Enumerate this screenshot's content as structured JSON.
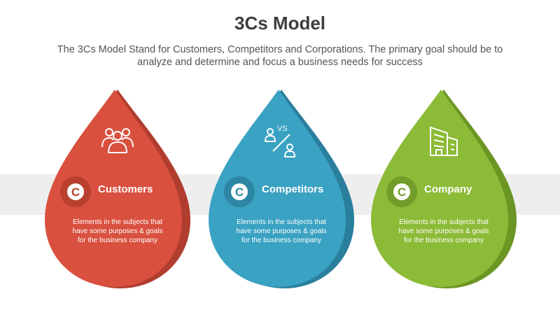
{
  "title": "3Cs Model",
  "subtitle": "The 3Cs Model Stand for Customers, Competitors and Corporations. The primary goal should be to analyze and determine and focus a business needs for success",
  "items": [
    {
      "letter": "C",
      "label": "Customers",
      "description": "Elements in the subjects that\nhave  some purposes & goals\nfor the  business company",
      "icon": "group-people-icon",
      "color": "#d9503f",
      "shade": "#b03d2e",
      "badge_color": "#b8402f"
    },
    {
      "letter": "C",
      "label": "Competitors",
      "description": "Elements in the subjects that\nhave  some purposes & goals\nfor the  business company",
      "icon": "versus-people-icon",
      "vs_text": "VS",
      "color": "#3aa2c2",
      "shade": "#2a7f9c",
      "badge_color": "#2d86a3"
    },
    {
      "letter": "C",
      "label": "Company",
      "description": "Elements in the subjects that\nhave  some purposes & goals\nfor the  business company",
      "icon": "building-icon",
      "color": "#8cbb37",
      "shade": "#6c9624",
      "badge_color": "#739d2a"
    }
  ]
}
